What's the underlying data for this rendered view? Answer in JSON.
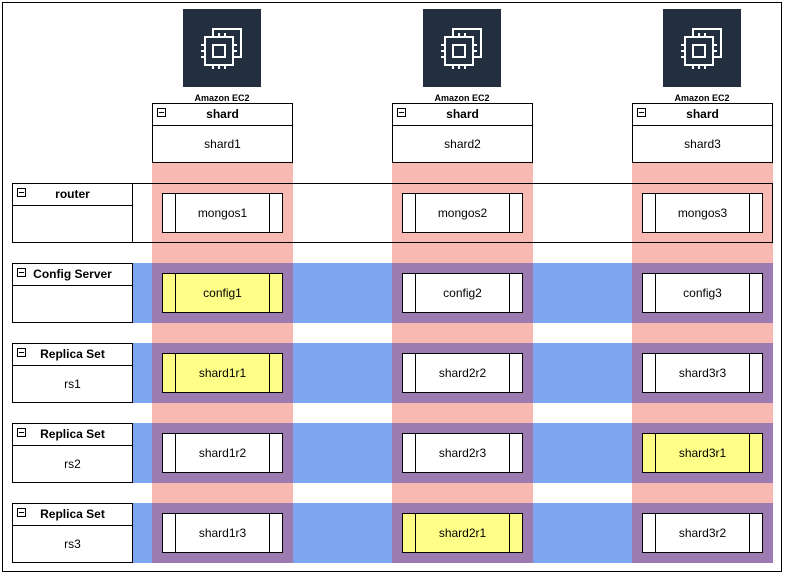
{
  "colors": {
    "shard_column": "#f8b9b3",
    "replica_row": "#7ea6f0",
    "overlap": "#9c7bb1",
    "primary_node": "#ffff88",
    "node": "#ffffff",
    "ec2_icon_bg": "#232f3e"
  },
  "shards": [
    {
      "ec2_label": "Amazon EC2",
      "header": "shard",
      "name": "shard1",
      "icon": "ec2-instance-icon"
    },
    {
      "ec2_label": "Amazon EC2",
      "header": "shard",
      "name": "shard2",
      "icon": "ec2-instance-icon"
    },
    {
      "ec2_label": "Amazon EC2",
      "header": "shard",
      "name": "shard3",
      "icon": "ec2-instance-icon"
    }
  ],
  "rows": [
    {
      "header": "router",
      "label": "",
      "nodes": [
        {
          "name": "mongos1",
          "primary": false
        },
        {
          "name": "mongos2",
          "primary": false
        },
        {
          "name": "mongos3",
          "primary": false
        }
      ]
    },
    {
      "header": "Config Server",
      "label": "",
      "nodes": [
        {
          "name": "config1",
          "primary": true
        },
        {
          "name": "config2",
          "primary": false
        },
        {
          "name": "config3",
          "primary": false
        }
      ]
    },
    {
      "header": "Replica Set",
      "label": "rs1",
      "nodes": [
        {
          "name": "shard1r1",
          "primary": true
        },
        {
          "name": "shard2r2",
          "primary": false
        },
        {
          "name": "shard3r3",
          "primary": false
        }
      ]
    },
    {
      "header": "Replica Set",
      "label": "rs2",
      "nodes": [
        {
          "name": "shard1r2",
          "primary": false
        },
        {
          "name": "shard2r3",
          "primary": false
        },
        {
          "name": "shard3r1",
          "primary": true
        }
      ]
    },
    {
      "header": "Replica Set",
      "label": "rs3",
      "nodes": [
        {
          "name": "shard1r3",
          "primary": false
        },
        {
          "name": "shard2r1",
          "primary": true
        },
        {
          "name": "shard3r2",
          "primary": false
        }
      ]
    }
  ]
}
